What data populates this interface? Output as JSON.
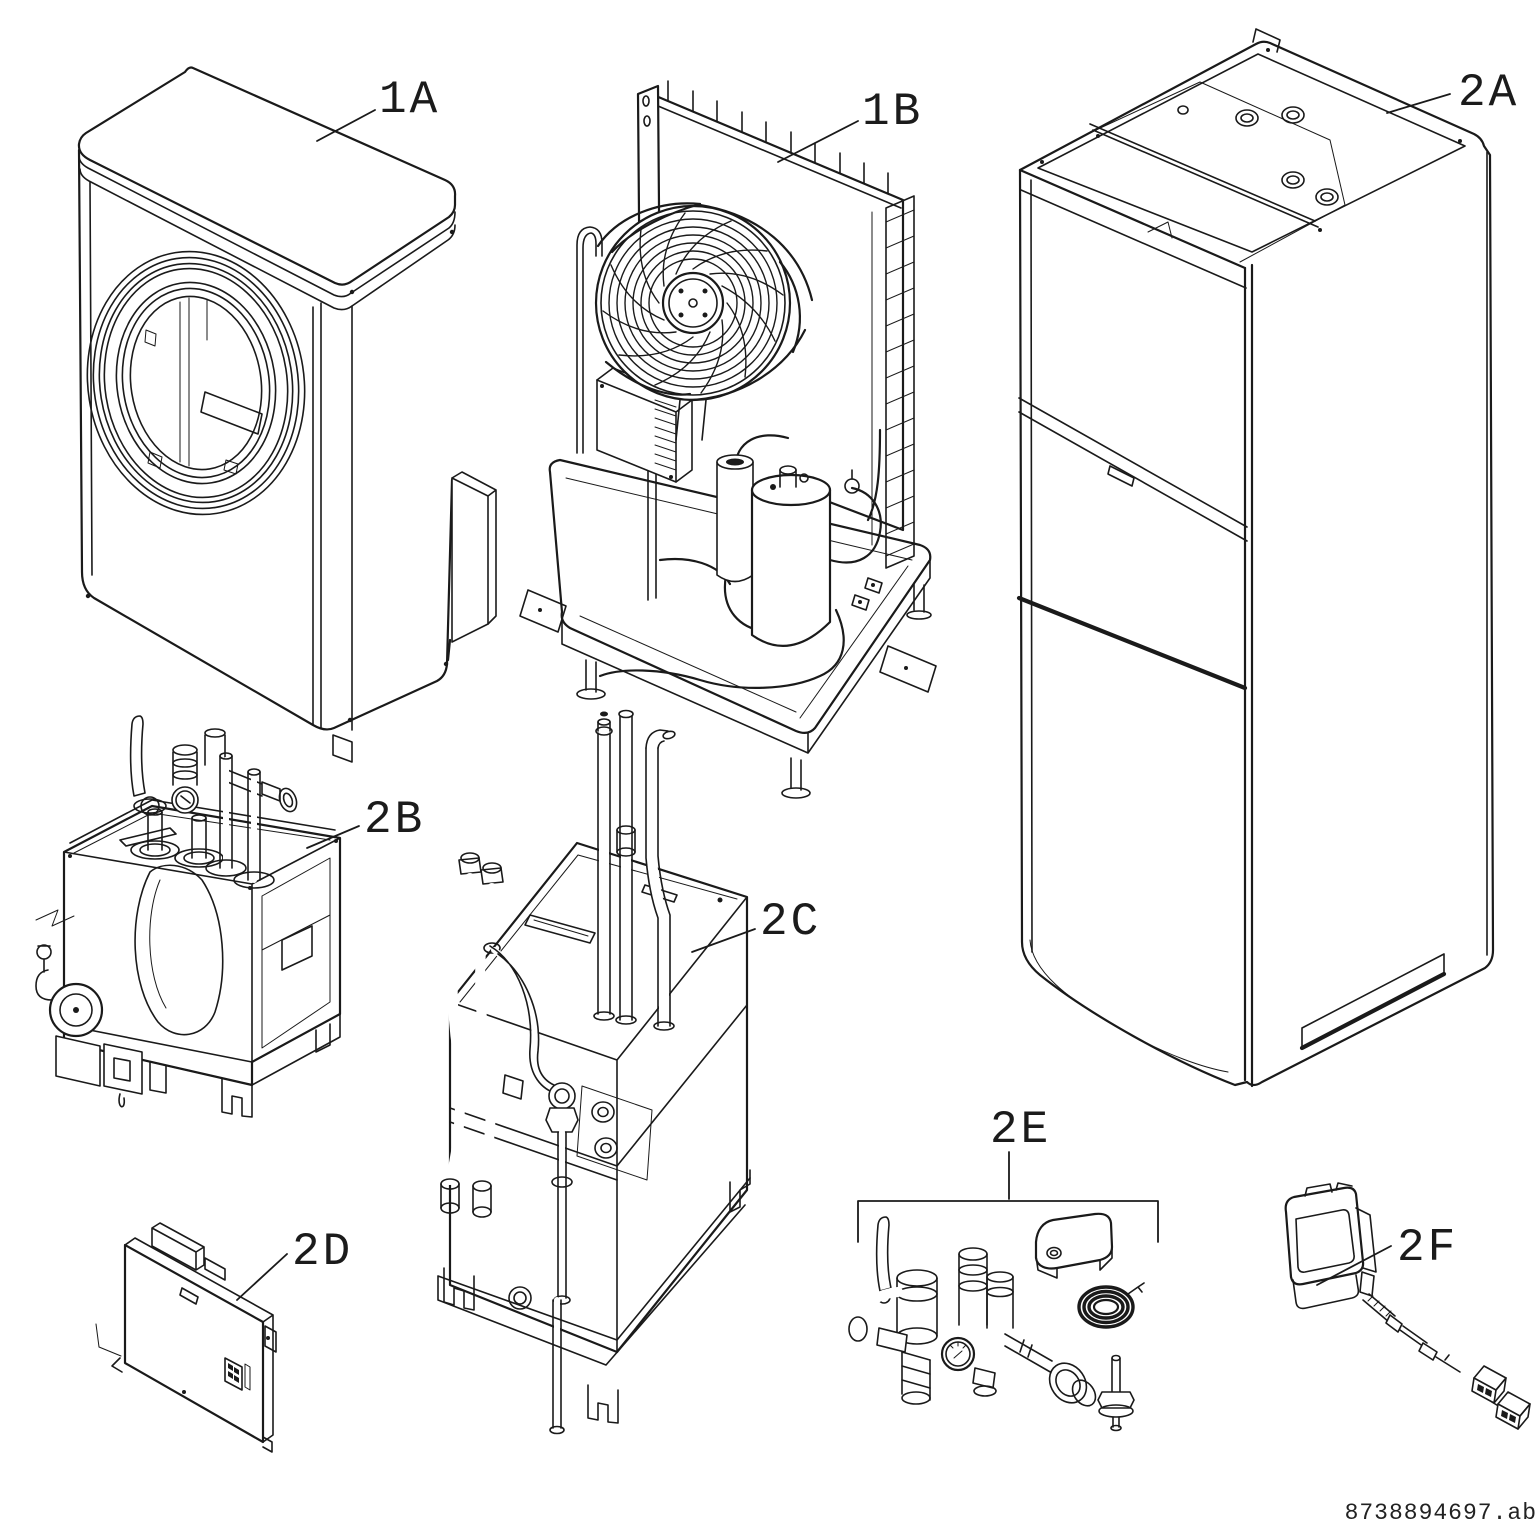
{
  "diagram": {
    "doc_number": "8738894697.ab",
    "background": "#ffffff",
    "line_color": "#1a1a1a",
    "labels": {
      "part_1a": "1A",
      "part_1b": "1B",
      "part_2a": "2A",
      "part_2b": "2B",
      "part_2c": "2C",
      "part_2d": "2D",
      "part_2e": "2E",
      "part_2f": "2F"
    }
  }
}
